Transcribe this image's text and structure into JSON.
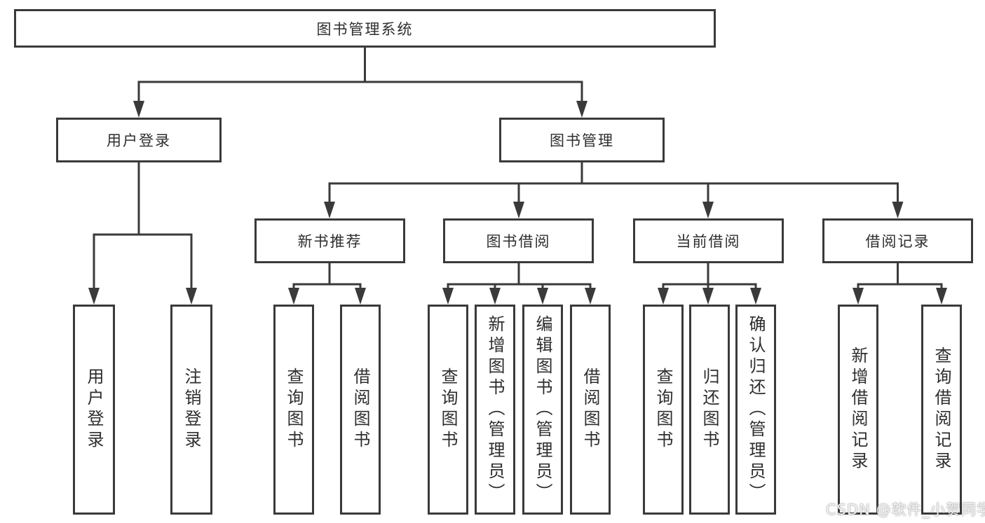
{
  "tree": {
    "root": {
      "label": "图书管理系统"
    },
    "branches": [
      {
        "label": "用户登录",
        "children": [
          {
            "label": "用户登录"
          },
          {
            "label": "注销登录"
          }
        ]
      },
      {
        "label": "图书管理",
        "children": [
          {
            "label": "新书推荐",
            "children": [
              {
                "label": "查询图书"
              },
              {
                "label": "借阅图书"
              }
            ]
          },
          {
            "label": "图书借阅",
            "children": [
              {
                "label": "查询图书"
              },
              {
                "label": "新增图书（管理员）"
              },
              {
                "label": "编辑图书（管理员）"
              },
              {
                "label": "借阅图书"
              }
            ]
          },
          {
            "label": "当前借阅",
            "children": [
              {
                "label": "查询图书"
              },
              {
                "label": "归还图书"
              },
              {
                "label": "确认归还（管理员）"
              }
            ]
          },
          {
            "label": "借阅记录",
            "children": [
              {
                "label": "新增借阅记录"
              },
              {
                "label": "查询借阅记录"
              }
            ]
          }
        ]
      }
    ]
  },
  "watermark": {
    "text": "CSDN @软件_小贺同学"
  },
  "colors": {
    "line": "#3a3a3a",
    "text": "#2e2e2e",
    "background": "#ffffff",
    "watermark": "#f2f2f2"
  }
}
